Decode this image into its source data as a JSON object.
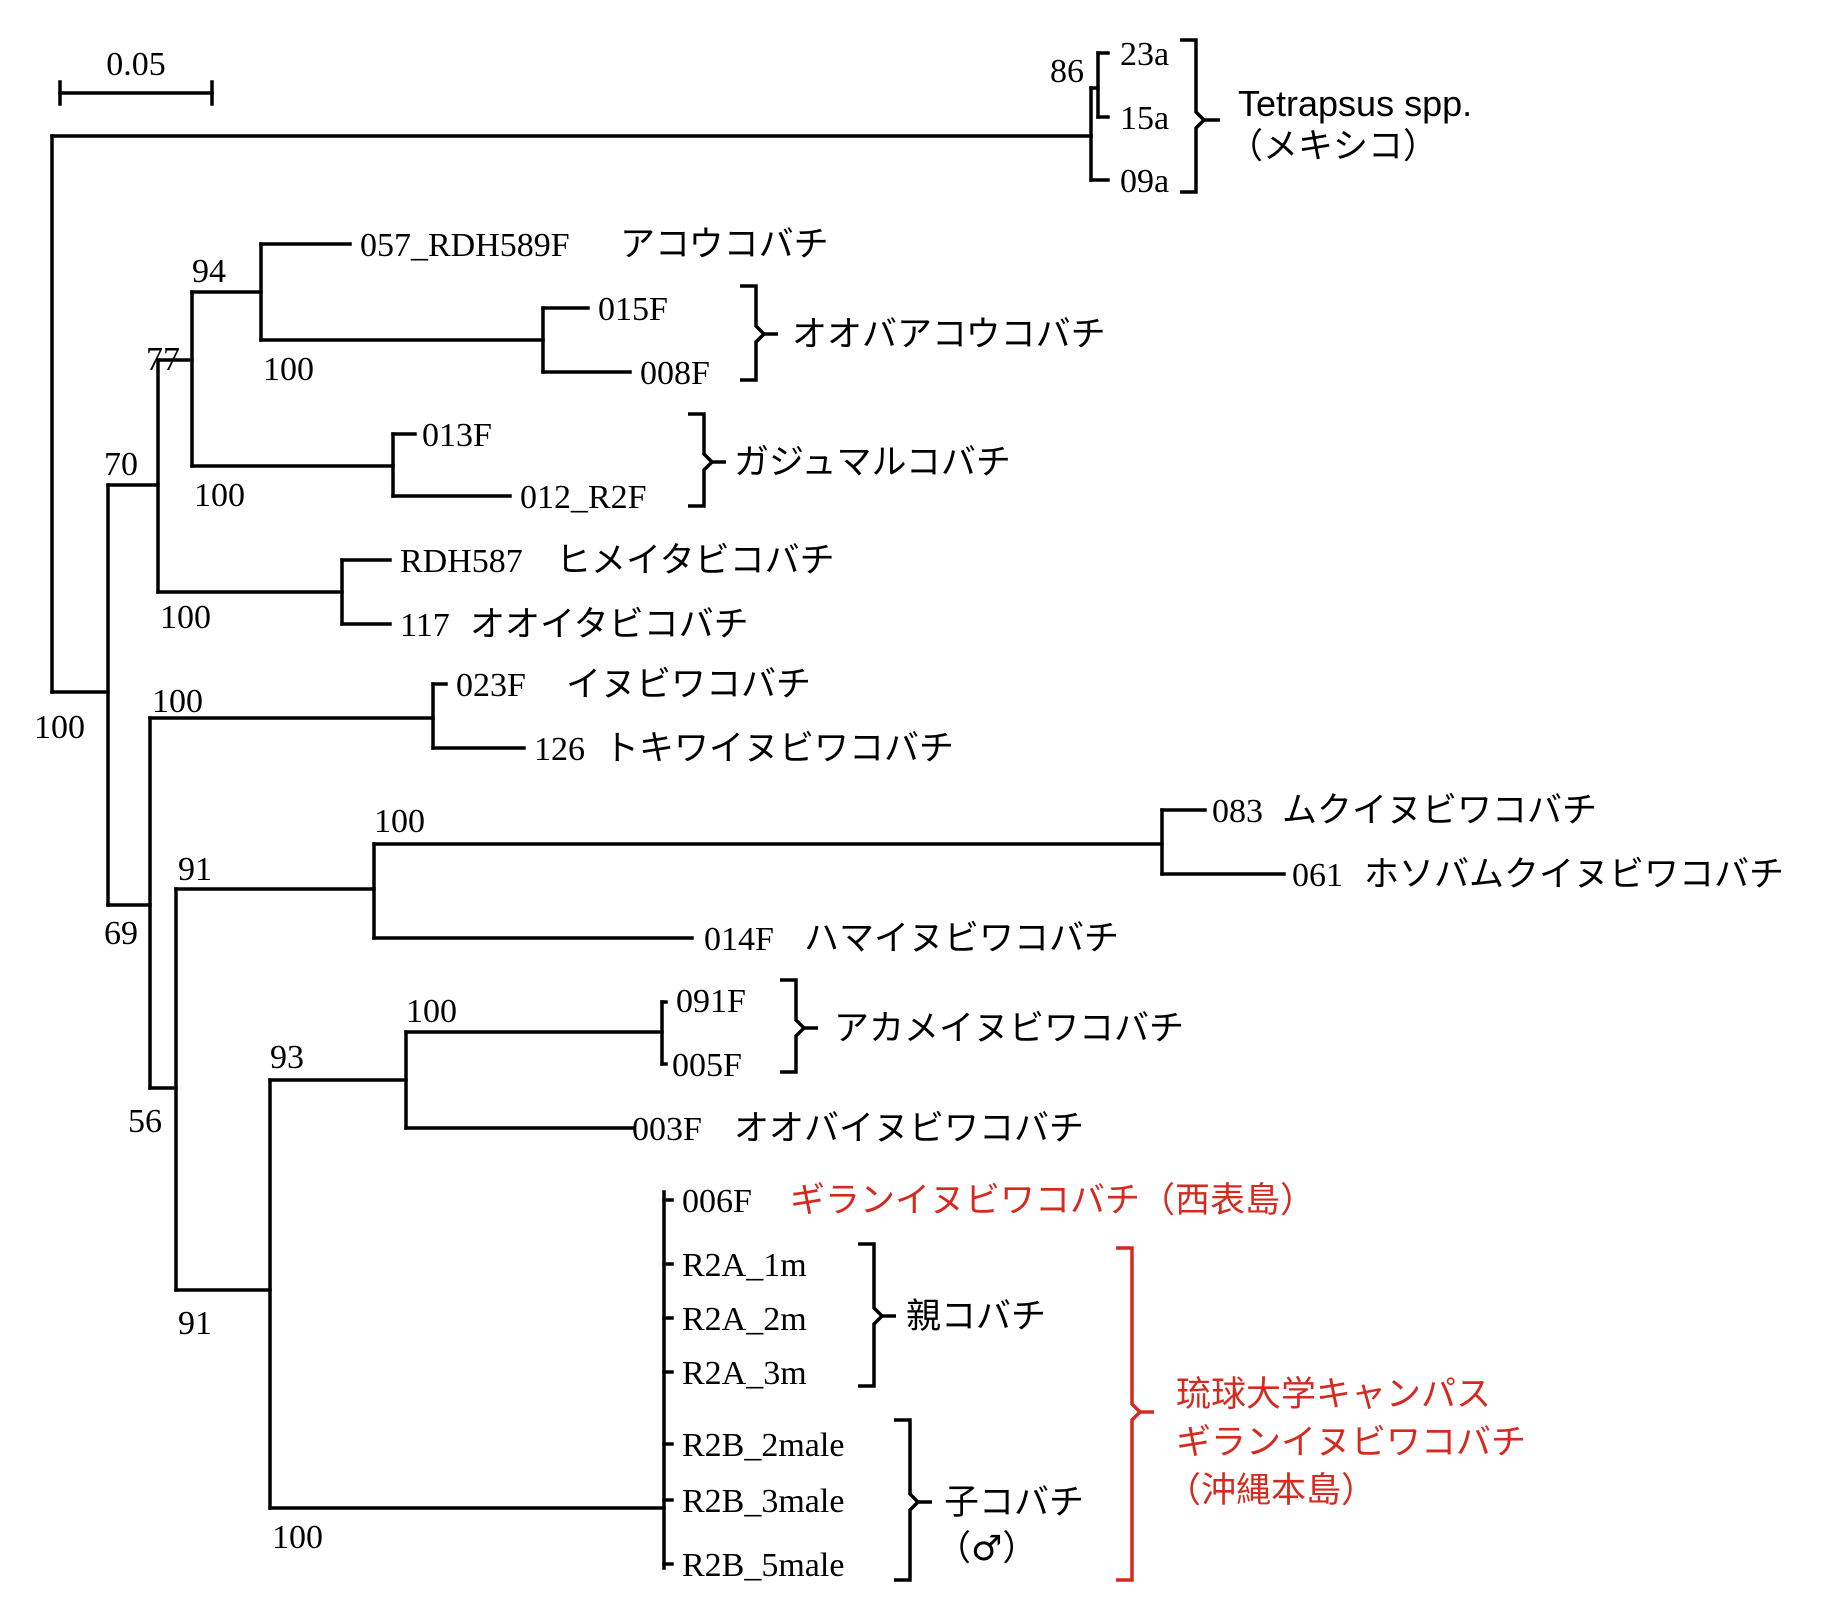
{
  "scale_bar": {
    "label": "0.05"
  },
  "bootstrap": {
    "root": "100",
    "outgroup": "86",
    "n94": "94",
    "n77": "77",
    "n70": "70",
    "n_oobaakou": "100",
    "n_gajumaru": "100",
    "n_himeitabi": "100",
    "n_inubiwa": "100",
    "n_muku": "100",
    "n91_upper": "91",
    "n69": "69",
    "n_akame": "100",
    "n93": "93",
    "n56": "56",
    "n91_lower": "91",
    "n_giran": "100"
  },
  "taxa": {
    "t23a": "23a",
    "t15a": "15a",
    "t09a": "09a",
    "t057": "057_RDH589F",
    "t015": "015F",
    "t008": "008F",
    "t013": "013F",
    "t012": "012_R2F",
    "tRDH587": "RDH587",
    "t117": "117",
    "t023": "023F",
    "t126": "126",
    "t083": "083",
    "t061": "061",
    "t014": "014F",
    "t091": "091F",
    "t005": "005F",
    "t003": "003F",
    "t006": "006F",
    "tR2A1": "R2A_1m",
    "tR2A2": "R2A_2m",
    "tR2A3": "R2A_3m",
    "tR2B2": "R2B_2male",
    "tR2B3": "R2B_3male",
    "tR2B5": "R2B_5male"
  },
  "species": {
    "akou": "アコウコバチ",
    "oobaakou": "オオバアコウコバチ",
    "gajumaru": "ガジュマルコバチ",
    "himeitabi": "ヒメイタビコバチ",
    "ooitabi": "オオイタビコバチ",
    "inubiwa": "イヌビワコバチ",
    "tokiwa": "トキワイヌビワコバチ",
    "muku": "ムクイヌビワコバチ",
    "hosoba": "ホソバムクイヌビワコバチ",
    "hamai": "ハマイヌビワコバチ",
    "akame": "アカメイヌビワコバチ",
    "oobai": "オオバイヌビワコバチ",
    "giran_iriomote": "ギランイヌビワコバチ（西表島）"
  },
  "groups": {
    "tetrapsus_line1": "Tetrapsus spp.",
    "tetrapsus_line2": "（メキシコ）",
    "parent": "親コバチ",
    "child_line1": "子コバチ",
    "child_line2": "（♂）",
    "campus_line1": "琉球大学キャンパス",
    "campus_line2": "ギランイヌビワコバチ",
    "campus_line3": "（沖縄本島）"
  },
  "colors": {
    "branch": "#000000",
    "highlight": "#d42a1f"
  }
}
